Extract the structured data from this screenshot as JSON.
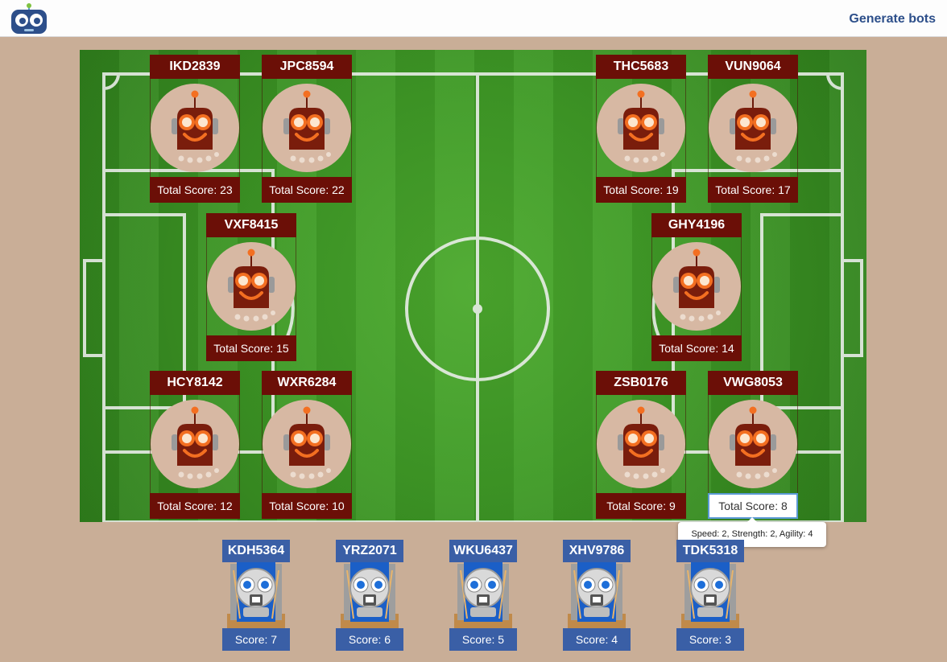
{
  "header": {
    "logo_icon": "robot-logo-icon",
    "generate_label": "Generate bots"
  },
  "colors": {
    "header_link": "#2d4f8a",
    "card_label_bg": "#6b0f07",
    "bench_label_bg": "#3a5fa6",
    "background": "#c9ae97"
  },
  "field": {
    "players": [
      {
        "name": "IKD2839",
        "score": "Total Score: 23"
      },
      {
        "name": "JPC8594",
        "score": "Total Score: 22"
      },
      {
        "name": "VXF8415",
        "score": "Total Score: 15"
      },
      {
        "name": "HCY8142",
        "score": "Total Score: 12"
      },
      {
        "name": "WXR6284",
        "score": "Total Score: 10"
      },
      {
        "name": "THC5683",
        "score": "Total Score: 19"
      },
      {
        "name": "VUN9064",
        "score": "Total Score: 17"
      },
      {
        "name": "GHY4196",
        "score": "Total Score: 14"
      },
      {
        "name": "ZSB0176",
        "score": "Total Score: 9"
      },
      {
        "name": "VWG8053",
        "score": "Total Score: 8"
      }
    ]
  },
  "tooltip": {
    "text": "Speed: 2, Strength: 2, Agility: 4"
  },
  "bench": {
    "players": [
      {
        "name": "KDH5364",
        "score": "Score: 7"
      },
      {
        "name": "YRZ2071",
        "score": "Score: 6"
      },
      {
        "name": "WKU6437",
        "score": "Score: 5"
      },
      {
        "name": "XHV9786",
        "score": "Score: 4"
      },
      {
        "name": "TDK5318",
        "score": "Score: 3"
      }
    ]
  }
}
